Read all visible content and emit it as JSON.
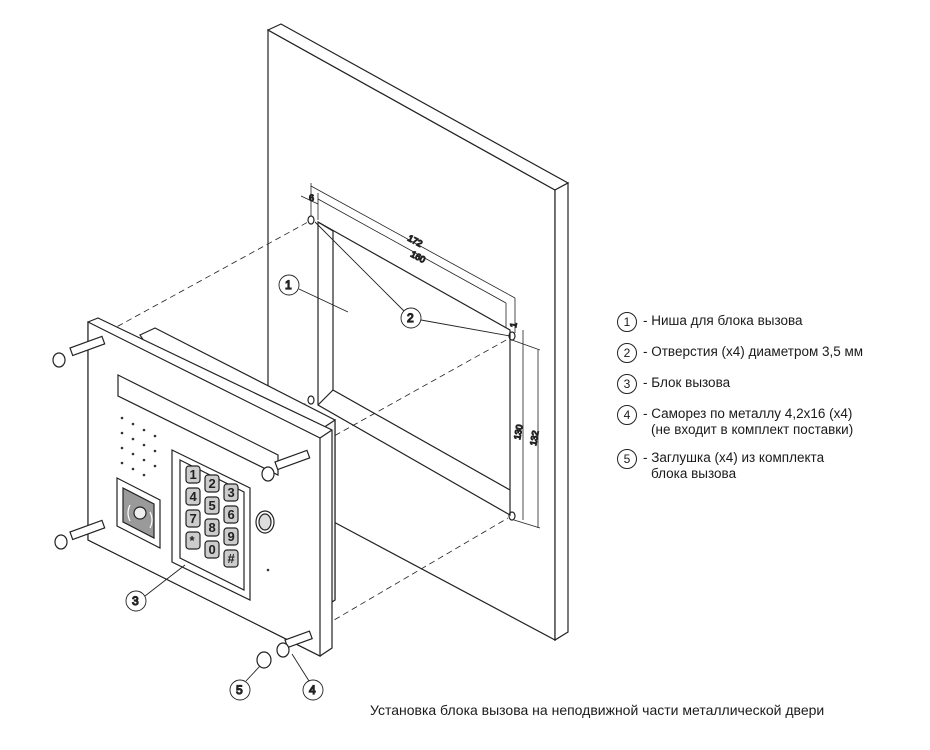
{
  "legend": [
    {
      "num": "1",
      "line1": "- Ниша для блока вызова",
      "line2": ""
    },
    {
      "num": "2",
      "line1": "- Отверстия (x4) диаметром 3,5 мм",
      "line2": ""
    },
    {
      "num": "3",
      "line1": "- Блок вызова",
      "line2": ""
    },
    {
      "num": "4",
      "line1": "- Саморез по металлу 4,2x16 (x4)",
      "line2": "(не входит в комплект поставки)"
    },
    {
      "num": "5",
      "line1": "- Заглушка (x4) из комплекта",
      "line2": "блока вызова"
    }
  ],
  "caption": "Установка блока вызова на неподвижной части металлической двери",
  "dimensions": {
    "d6": "6",
    "d172": "172",
    "d160": "160",
    "d1": "1",
    "d130": "130",
    "d132": "132"
  },
  "callouts": {
    "c1": "1",
    "c2": "2",
    "c3": "3",
    "c4": "4",
    "c5": "5"
  },
  "keypad": [
    "1",
    "2",
    "3",
    "4",
    "5",
    "6",
    "7",
    "8",
    "9",
    "*",
    "0",
    "#"
  ]
}
